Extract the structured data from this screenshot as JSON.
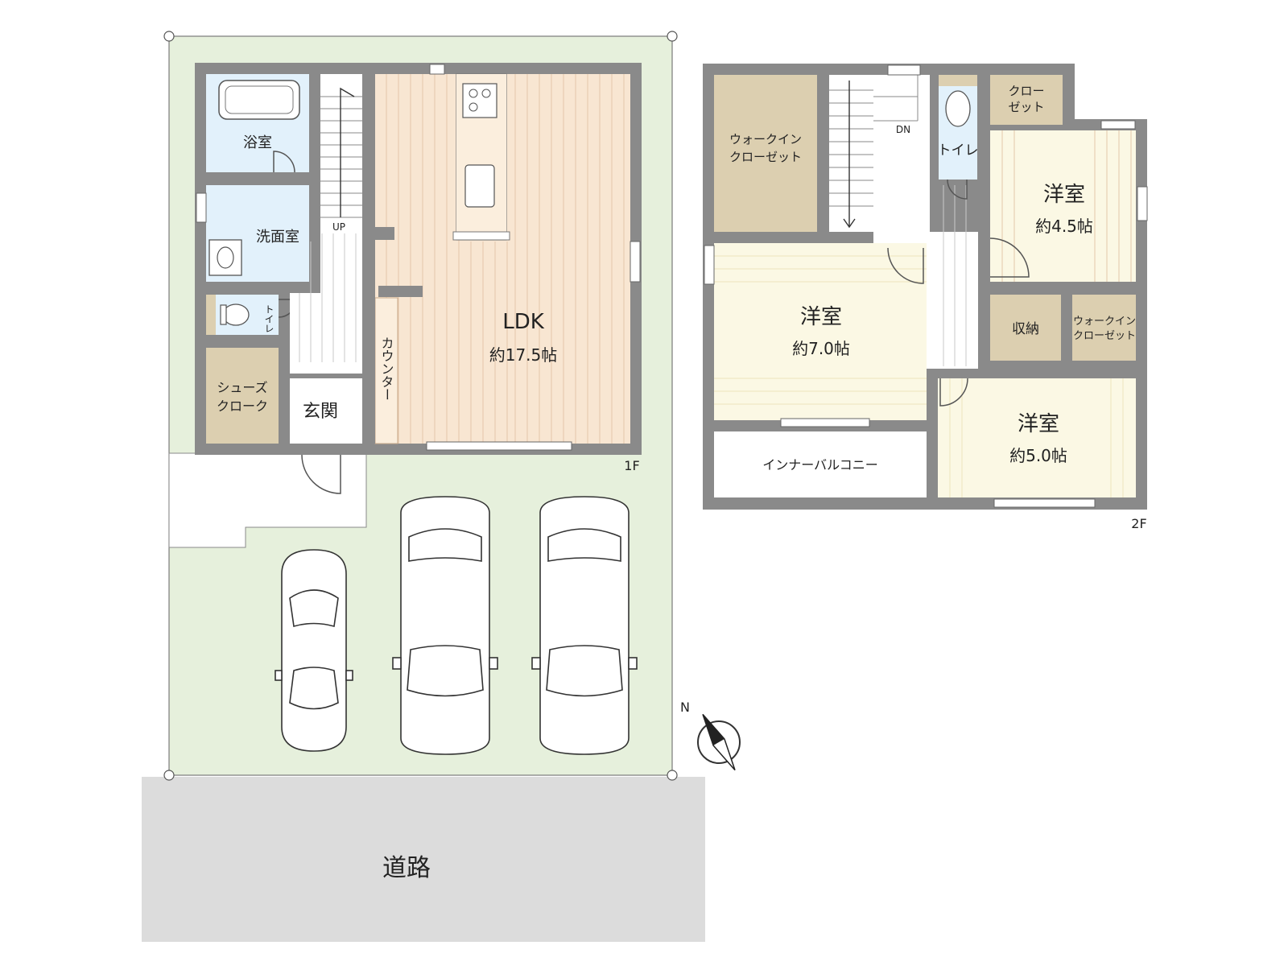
{
  "labels": {
    "road": "道路",
    "floor1": "1F",
    "floor2": "2F",
    "compass_n": "N"
  },
  "floor1": {
    "bath": "浴室",
    "washroom": "洗面室",
    "toilet": "トイレ",
    "stairs_up": "UP",
    "shoe_cloak_1": "シューズ",
    "shoe_cloak_2": "クローク",
    "entrance": "玄関",
    "counter": "カウンター",
    "ldk_name": "LDK",
    "ldk_size": "約17.5帖"
  },
  "floor2": {
    "wic_left_1": "ウォークイン",
    "wic_left_2": "クローゼット",
    "stairs_down": "DN",
    "toilet": "トイレ",
    "closet_1": "クロー",
    "closet_2": "ゼット",
    "room_a_name": "洋室",
    "room_a_size": "約4.5帖",
    "room_b_name": "洋室",
    "room_b_size": "約7.0帖",
    "storage": "収納",
    "wic_right_1": "ウォークイン",
    "wic_right_2": "クローゼット",
    "balcony": "インナーバルコニー",
    "room_c_name": "洋室",
    "room_c_size": "約5.0帖"
  },
  "colors": {
    "lot": "#e6f0dc",
    "road": "#dcdcdc",
    "wall": "#8a8a8a",
    "wood": "#f8e6d2",
    "wet": "#e2f1fb",
    "storage": "#dccfb0",
    "bedroom": "#fbf8e4"
  },
  "compass": {
    "north_angle_deg": -30
  }
}
